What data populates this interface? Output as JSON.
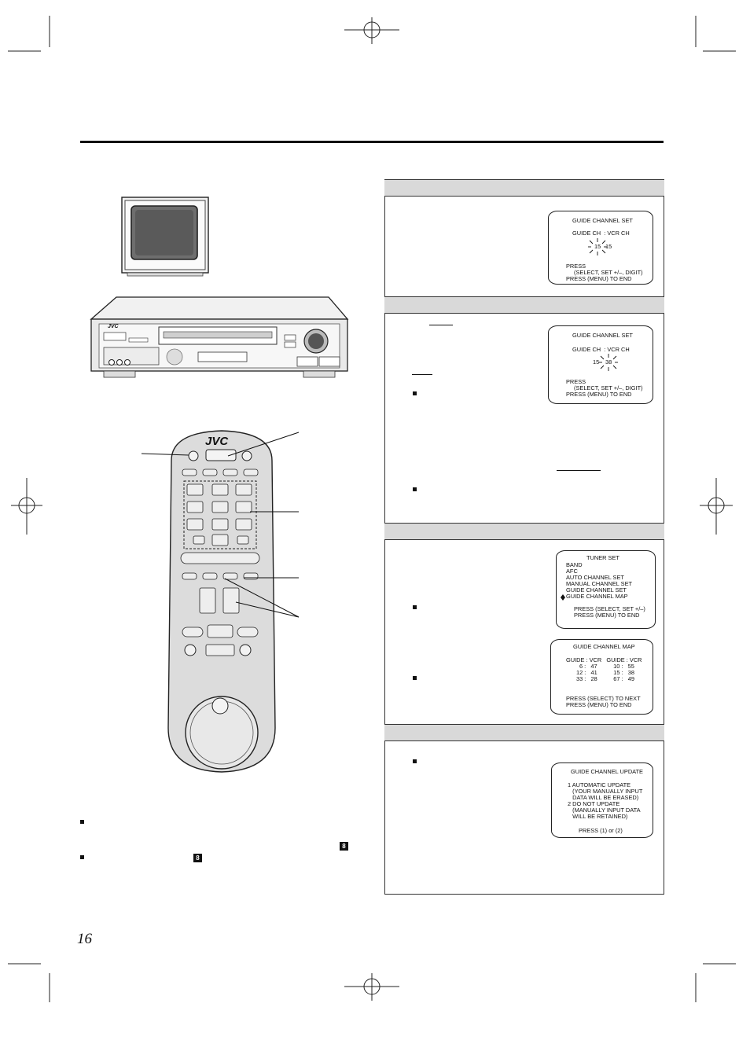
{
  "page": {
    "number": "16"
  },
  "devices": {
    "vcr_logo": "JVC",
    "remote_logo": "JVC"
  },
  "osd_screens": {
    "guide_channel_set_1": {
      "title": "GUIDE CHANNEL SET",
      "header": "GUIDE CH  : VCR CH",
      "guide_value": "15",
      "vcr_value": "15",
      "press": "PRESS",
      "instruction": "(SELECT, SET +/–, DIGIT)",
      "end": "PRESS (MENU) TO END"
    },
    "guide_channel_set_2": {
      "title": "GUIDE CHANNEL SET",
      "header": "GUIDE CH  : VCR CH",
      "guide_value": "15",
      "vcr_value": "38",
      "press": "PRESS",
      "instruction": "(SELECT, SET +/–, DIGIT)",
      "end": "PRESS (MENU) TO END"
    },
    "tuner_set": {
      "title": "TUNER SET",
      "items": [
        "BAND",
        "AFC",
        "AUTO CHANNEL SET",
        "MANUAL CHANNEL SET",
        "GUIDE CHANNEL SET",
        "GUIDE CHANNEL MAP"
      ],
      "selected_index": 5,
      "instruction": "PRESS (SELECT, SET +/–)",
      "end": "PRESS (MENU) TO END"
    },
    "guide_channel_map": {
      "title": "GUIDE CHANNEL MAP",
      "header": "GUIDE : VCR   GUIDE : VCR",
      "rows": [
        "6 :   47          10 :   55",
        "12 :   41          15 :   38",
        "33 :   28          67 :   49"
      ],
      "next": "PRESS (SELECT) TO NEXT",
      "end": "PRESS (MENU) TO END"
    },
    "guide_channel_update": {
      "title": "GUIDE CHANNEL UPDATE",
      "lines": [
        "1 AUTOMATIC UPDATE",
        "   (YOUR MANUALLY INPUT",
        "   DATA WILL BE ERASED)",
        "2 DO NOT UPDATE",
        "   (MANUALLY INPUT DATA",
        "   WILL BE RETAINED)"
      ],
      "press": "PRESS (1) or (2)"
    }
  },
  "references": {
    "ref_a": "8",
    "ref_b": "8"
  }
}
